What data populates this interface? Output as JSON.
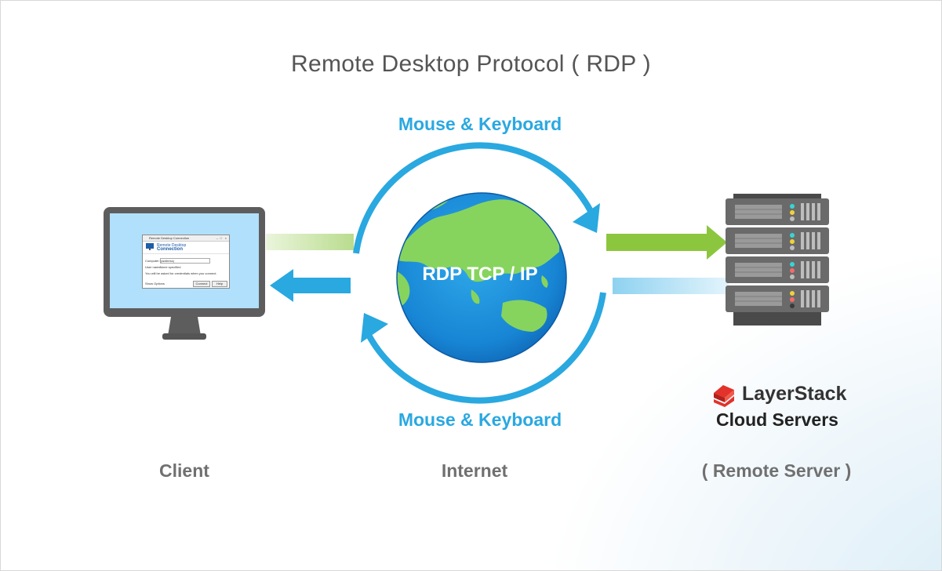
{
  "title": "Remote Desktop Protocol ( RDP )",
  "labels": {
    "mouse_keyboard_top": "Mouse & Keyboard",
    "mouse_keyboard_bottom": "Mouse & Keyboard",
    "globe": "RDP TCP / IP",
    "client": "Client",
    "internet": "Internet",
    "remote_server": "( Remote Server )"
  },
  "brand": {
    "name": "LayerStack",
    "tagline": "Cloud Servers",
    "logo_icon": "layerstack-logo-icon"
  },
  "rdp_dialog": {
    "window_title": "Remote Desktop Connection",
    "heading_small": "Remote Desktop",
    "heading_large": "Connection",
    "computer_label": "Computer:",
    "computer_value": "(address)",
    "username_label": "User name:",
    "username_value": "None specified",
    "note": "You will be asked for credentials when you connect.",
    "show_options": "Show Options",
    "connect_label": "Connect",
    "help_label": "Help"
  },
  "colors": {
    "blue": "#2aa8e0",
    "green": "#8cc63e",
    "light_green": "#d0e8b0",
    "light_blue": "#a8dcf2",
    "monitor": "#5d5d5d",
    "screen": "#b0e0fb",
    "server_body": "#6a6a6a",
    "brand_red": "#e2322b"
  }
}
